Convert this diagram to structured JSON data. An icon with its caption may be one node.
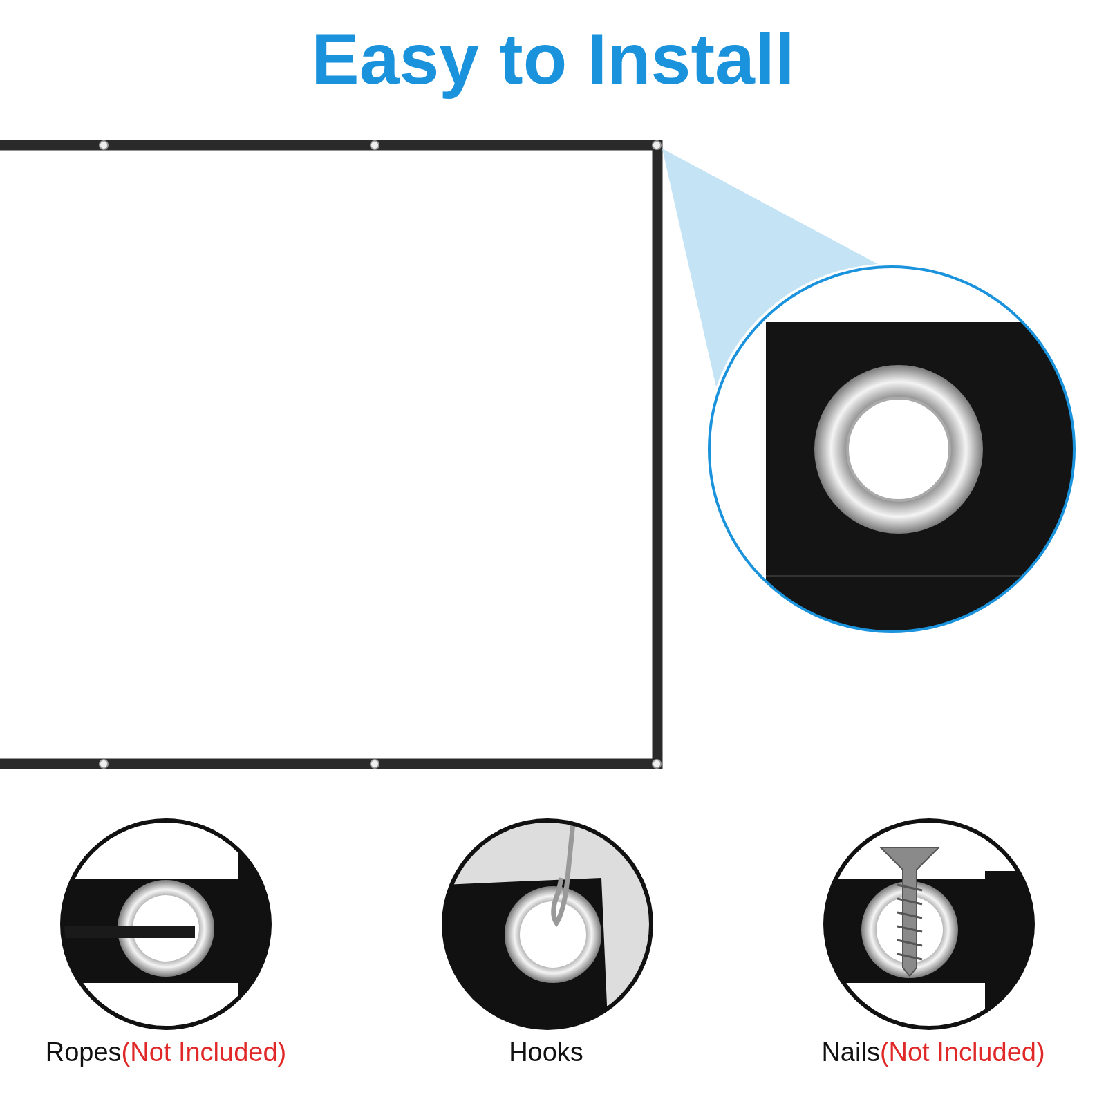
{
  "diagram": {
    "title": "Easy to Install",
    "labels": [
      "Ropes",
      "(Not Included)",
      "Hooks",
      "Nails",
      "(Not Included)"
    ]
  }
}
